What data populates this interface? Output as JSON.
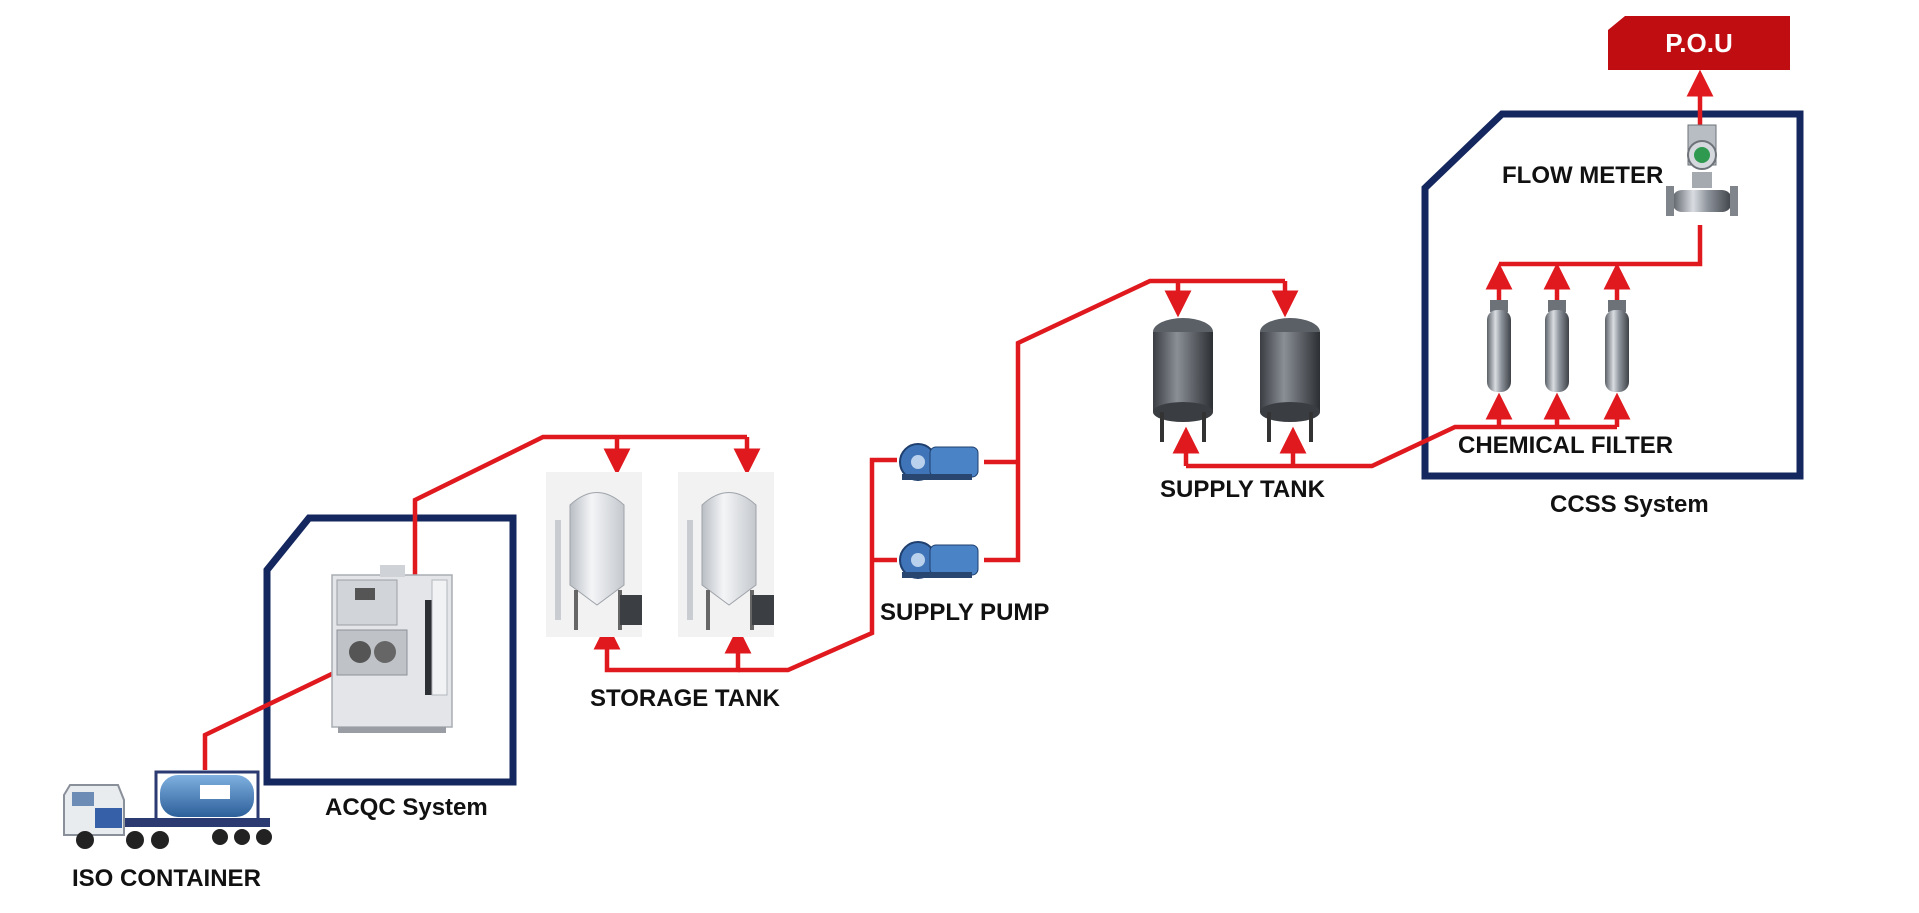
{
  "diagram": {
    "labels": {
      "iso_container": "ISO CONTAINER",
      "acqc_system": "ACQC System",
      "storage_tank": "STORAGE TANK",
      "supply_pump": "SUPPLY PUMP",
      "supply_tank": "SUPPLY TANK",
      "chemical_filter": "CHEMICAL FILTER",
      "flow_meter": "FLOW METER",
      "ccss_system": "CCSS System",
      "pou": "P.O.U"
    },
    "colors": {
      "pipe": "#e0191f",
      "system_border": "#14275e",
      "pou_fill": "#c00d12",
      "label_text": "#111111"
    },
    "components": {
      "storage_tanks": 2,
      "supply_pumps": 2,
      "supply_tanks": 2,
      "chemical_filters": 3
    }
  }
}
